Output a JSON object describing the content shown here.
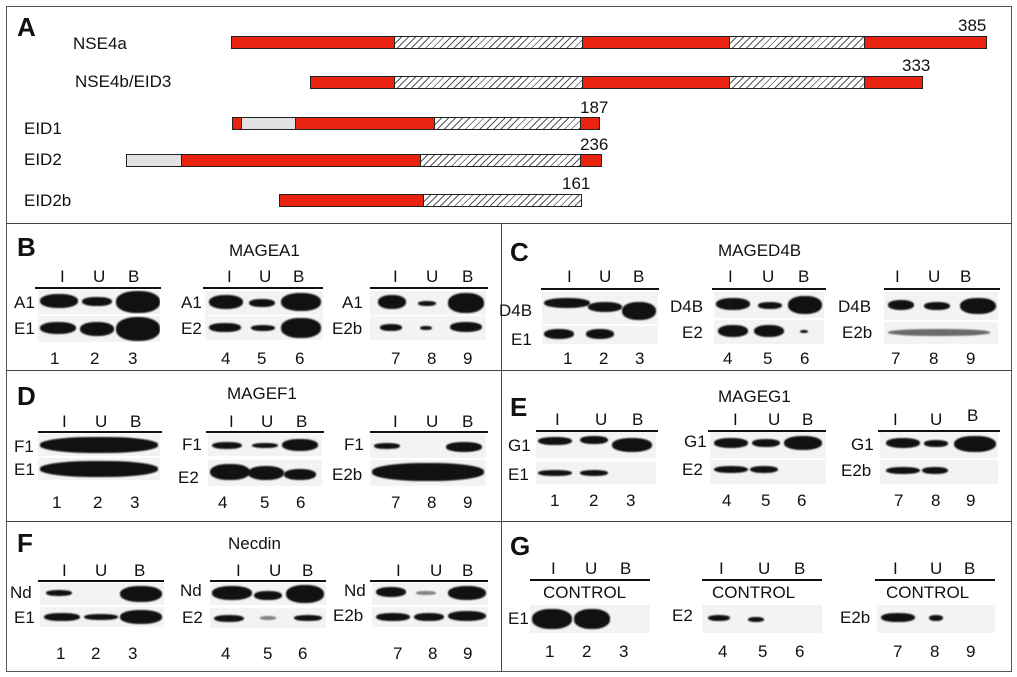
{
  "panel_a": {
    "letter": "A",
    "constructs": [
      {
        "name": "NSE4a",
        "length": "385"
      },
      {
        "name": "NSE4b/EID3",
        "length": "333"
      },
      {
        "name": "EID1",
        "length": "187"
      },
      {
        "name": "EID2",
        "length": "236"
      },
      {
        "name": "EID2b",
        "length": "161"
      }
    ]
  },
  "lane_headers": {
    "i": "I",
    "u": "U",
    "b": "B"
  },
  "control_label": "CONTROL",
  "lane_numbers": [
    "1",
    "2",
    "3",
    "4",
    "5",
    "6",
    "7",
    "8",
    "9"
  ],
  "row_labels": {
    "a1": "A1",
    "d4b": "D4B",
    "f1": "F1",
    "g1": "G1",
    "nd": "Nd",
    "e1": "E1",
    "e2": "E2",
    "e2b": "E2b"
  },
  "panels": {
    "b": {
      "letter": "B",
      "title": "MAGEA1"
    },
    "c": {
      "letter": "C",
      "title": "MAGED4B"
    },
    "d": {
      "letter": "D",
      "title": "MAGEF1"
    },
    "e": {
      "letter": "E",
      "title": "MAGEG1"
    },
    "f": {
      "letter": "F",
      "title": "Necdin"
    },
    "g": {
      "letter": "G"
    }
  }
}
